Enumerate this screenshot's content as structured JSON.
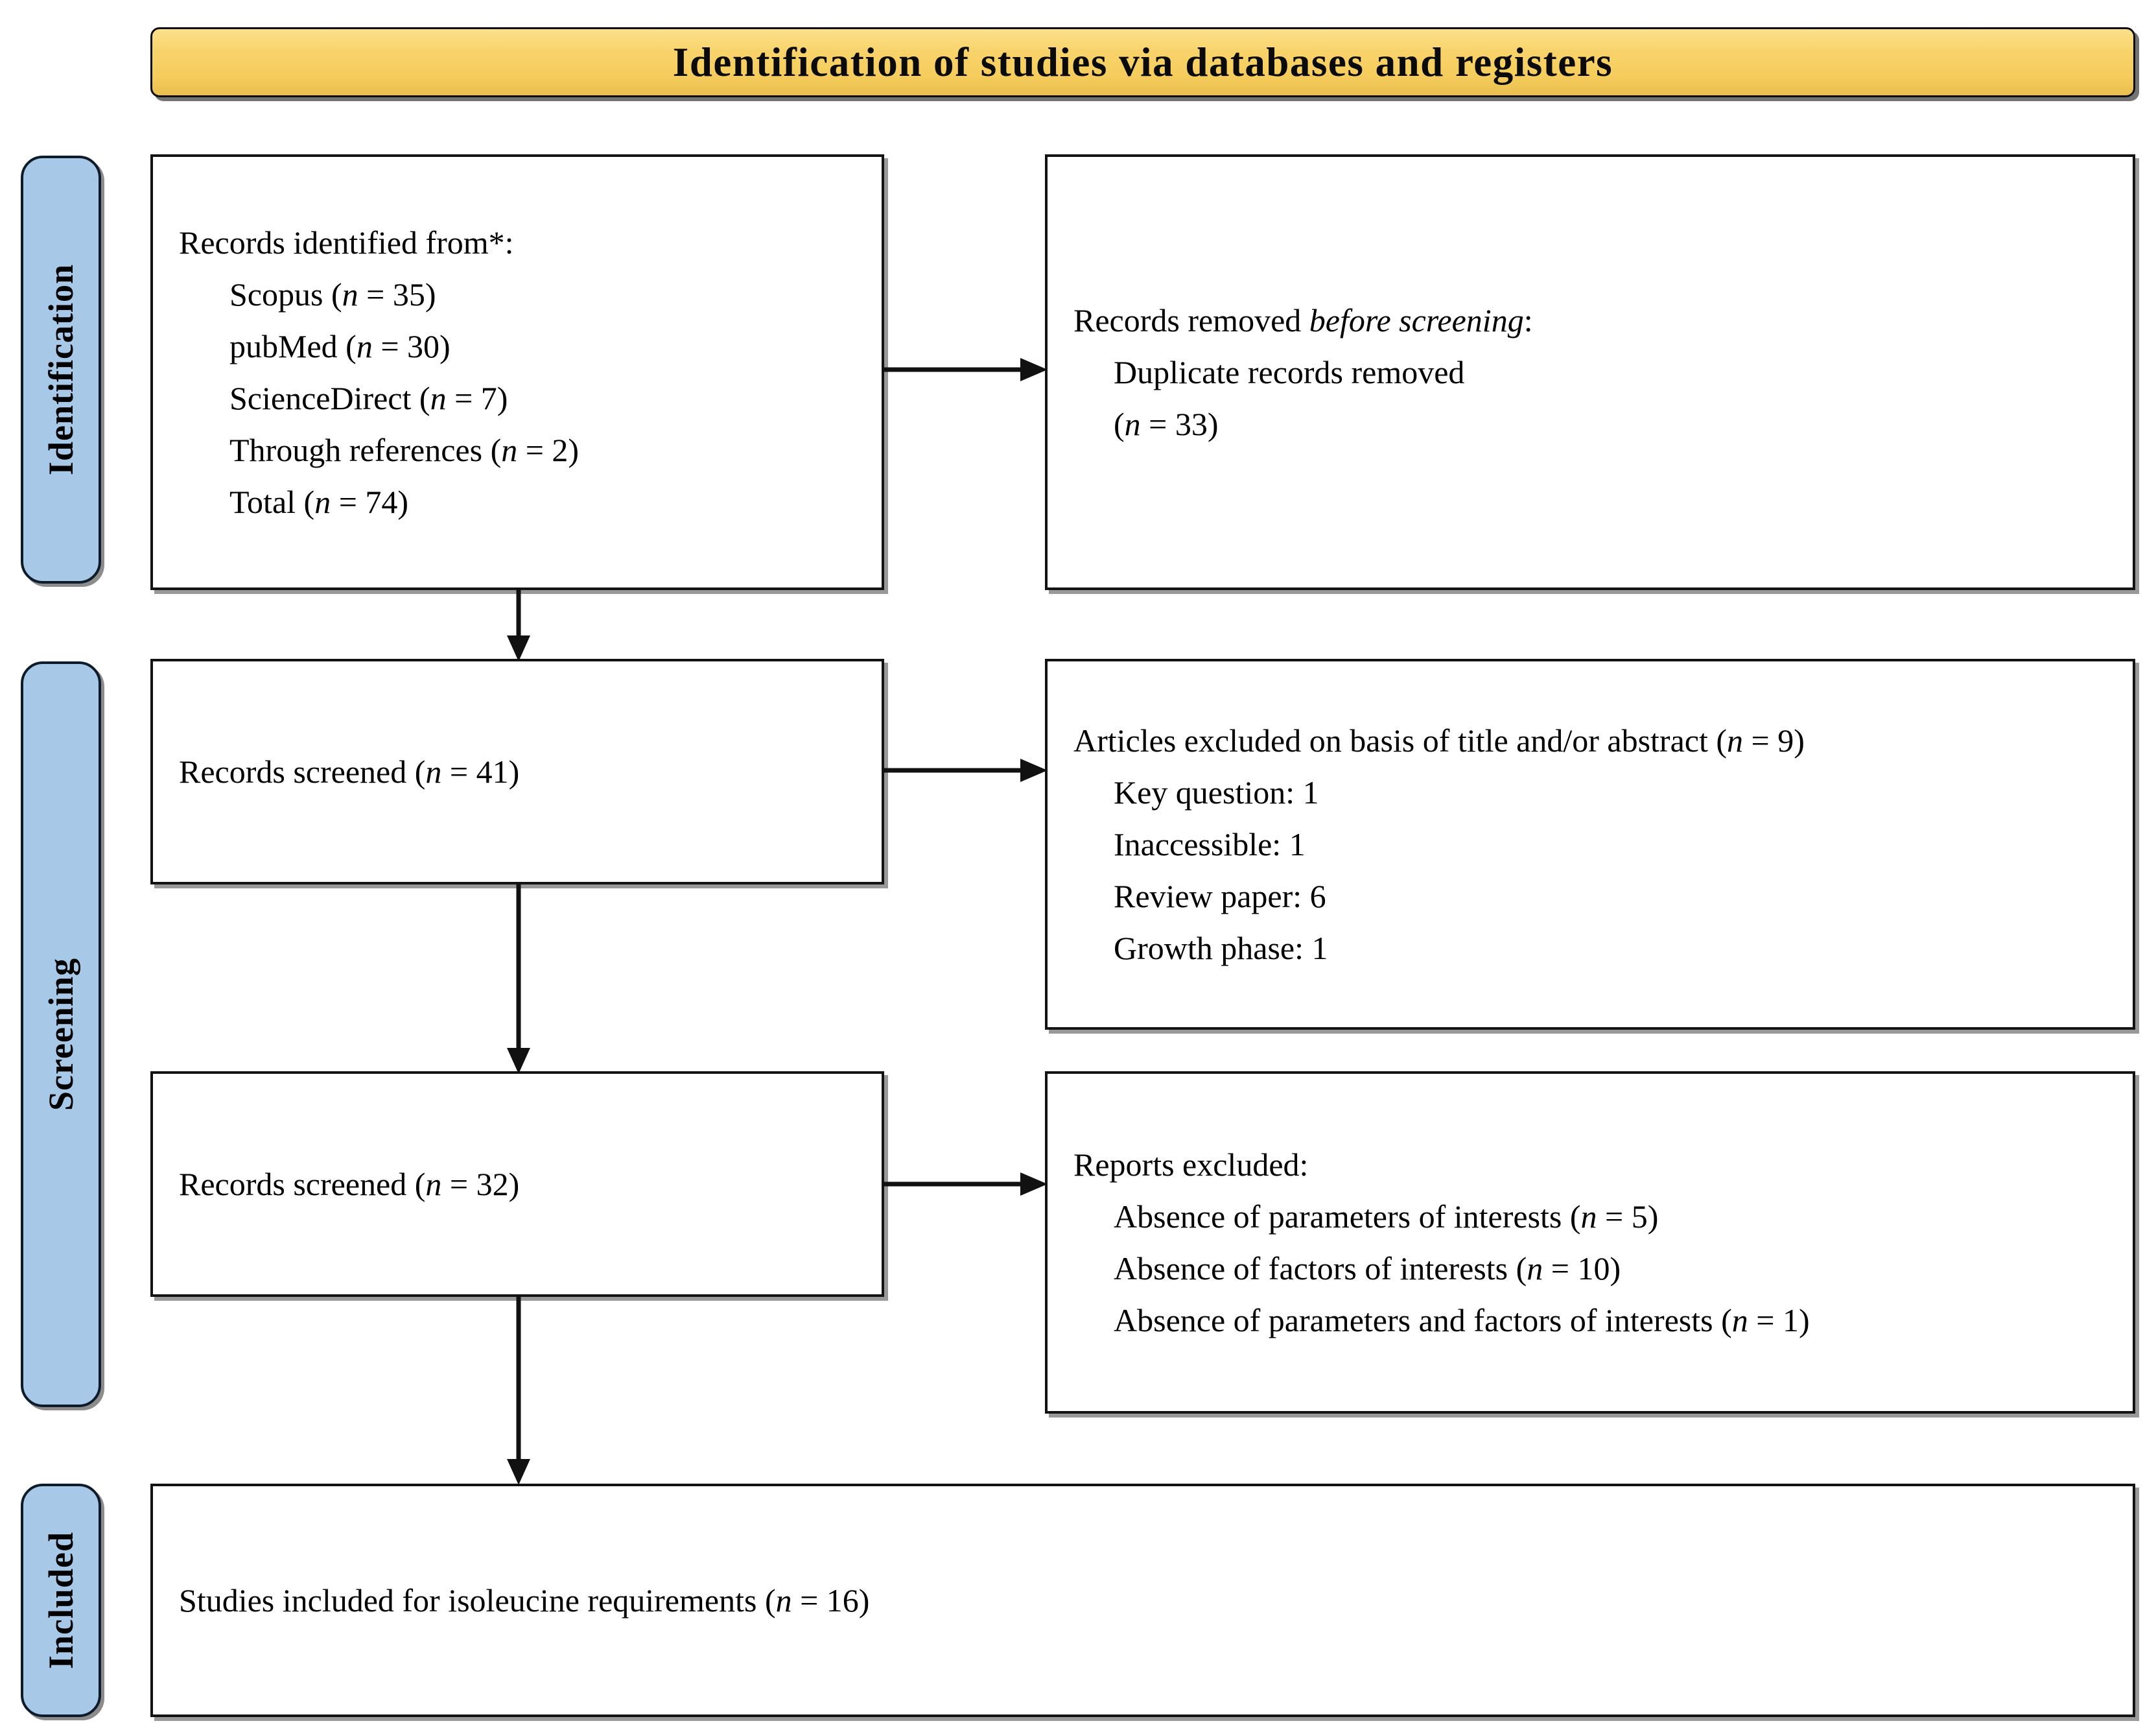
{
  "title": {
    "text": "Identification of studies via databases and registers",
    "background_color": "#F7D265",
    "border_color": "#0D0D0D"
  },
  "stages": [
    {
      "key": "identification",
      "label": "Identification",
      "color": "#A8C8E8"
    },
    {
      "key": "screening",
      "label": "Screening",
      "color": "#A8C8E8"
    },
    {
      "key": "included",
      "label": "Included",
      "color": "#A8C8E8"
    }
  ],
  "boxes": {
    "identified": {
      "heading": "Records identified from*:",
      "items": [
        "Scopus (n = 35)",
        "pubMed (n = 30)",
        "ScienceDirect  (n = 7)",
        "Through references (n = 2)"
      ],
      "total": "Total (n = 74)"
    },
    "removed": {
      "heading_plain": "Records removed ",
      "heading_italic": "before screening",
      "heading_suffix": ":",
      "items": [
        "Duplicate records removed",
        "(n = 33)"
      ]
    },
    "screened_41": {
      "text": "Records screened (n = 41)"
    },
    "excluded_title_abstract": {
      "heading": "Articles excluded on basis of title and/or abstract (n = 9)",
      "items": [
        "Key question: 1",
        "Inaccessible:  1",
        "Review paper: 6",
        "Growth phase: 1"
      ]
    },
    "screened_32": {
      "text": "Records screened (n = 32)"
    },
    "reports_excluded": {
      "heading": "Reports excluded:",
      "items": [
        "Absence of parameters of interests (n = 5)",
        "Absence of factors of interests  (n = 10)",
        "Absence of parameters and factors of interests (n = 1)"
      ]
    },
    "included": {
      "text": "Studies included for isoleucine requirements (n = 16)"
    }
  },
  "connectors": [
    {
      "name": "identified-to-removed",
      "direction": "right"
    },
    {
      "name": "identified-to-screened41",
      "direction": "down"
    },
    {
      "name": "screened41-to-excluded",
      "direction": "right"
    },
    {
      "name": "screened41-to-screened32",
      "direction": "down"
    },
    {
      "name": "screened32-to-reports",
      "direction": "right"
    },
    {
      "name": "screened32-to-included",
      "direction": "down"
    }
  ]
}
